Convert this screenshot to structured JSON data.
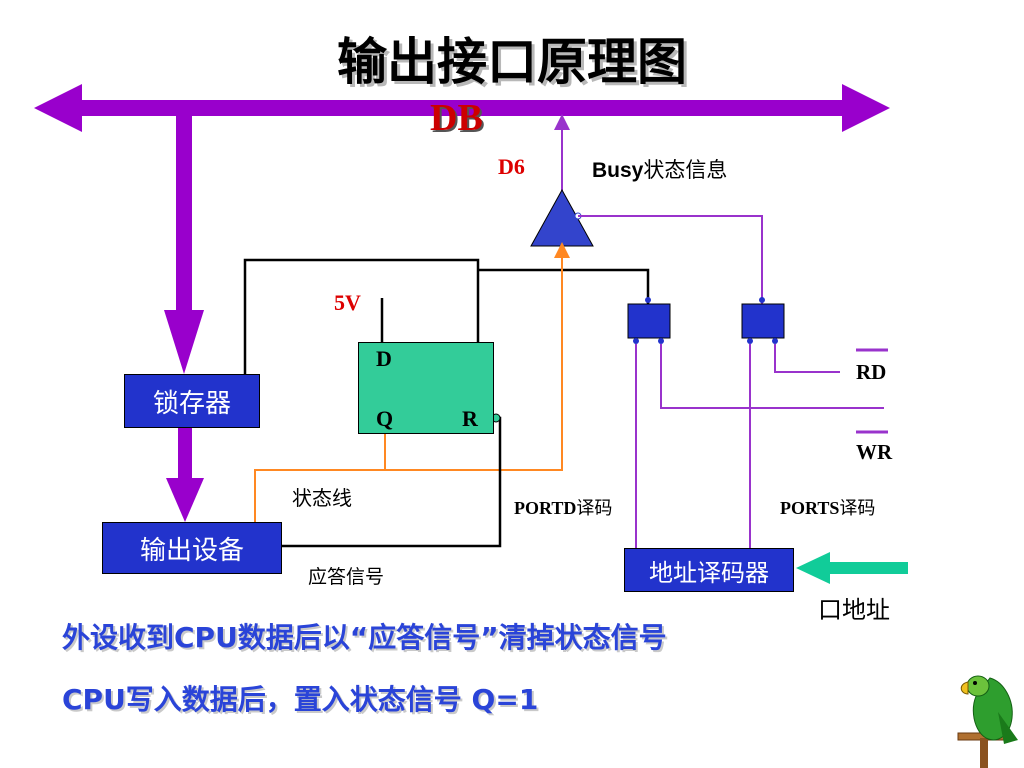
{
  "title": "输出接口原理图",
  "bus_label": "DB",
  "d6_label": "D6",
  "busy_label": "Busy",
  "busy_suffix": "状态信息",
  "v5_label": "5V",
  "flipflop": {
    "d": "D",
    "q": "Q",
    "r": "R"
  },
  "latch_label": "锁存器",
  "output_device_label": "输出设备",
  "address_decoder_label": "地址译码器",
  "rd_label": "RD",
  "wr_label": "WR",
  "status_line_label": "状态线",
  "ack_signal_label": "应答信号",
  "portd_label": "PORTD",
  "portd_suffix": "译码",
  "ports_label": "PORTS",
  "ports_suffix": "译码",
  "port_address_label": "口地址",
  "note_1": "外设收到CPU数据后以“应答信号”清掉状态信号",
  "note_2": "CPU写入数据后，置入状态信号 Q=1",
  "colors": {
    "bus": "#9900cc",
    "block": "#2233cc",
    "flipflop": "#33cc99",
    "status_wire": "#ff8822",
    "address_arrow": "#11cc99",
    "note_text": "#2a44d8"
  },
  "icons": {
    "mascot": "parrot-icon"
  }
}
